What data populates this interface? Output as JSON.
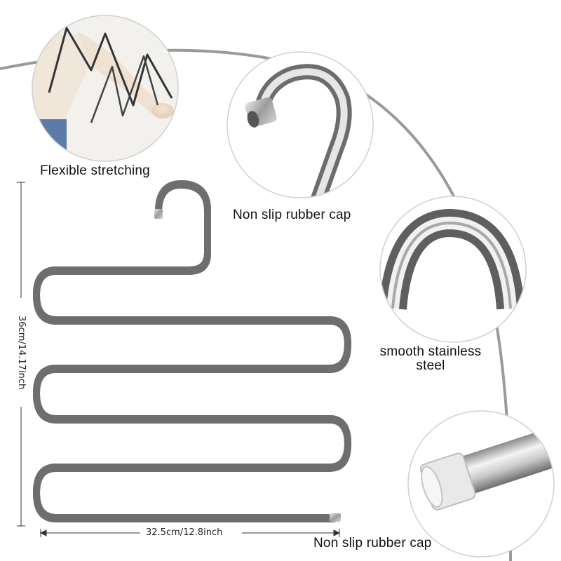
{
  "callouts": {
    "flexible": "Flexible stretching",
    "cap_top": "Non slip rubber cap",
    "steel_line1": "smooth stainless",
    "steel_line2": "steel",
    "cap_bottom": "Non slip rubber cap"
  },
  "dimensions": {
    "height": "36cm/14.17inch",
    "width": "32.5cm/12.8inch"
  },
  "colors": {
    "steel_light": "#f2f2f2",
    "steel_mid": "#bdbdbd",
    "steel_dark": "#6e6e6e",
    "arc": "#9a9a9a",
    "circle_border": "#cfcfcf"
  }
}
